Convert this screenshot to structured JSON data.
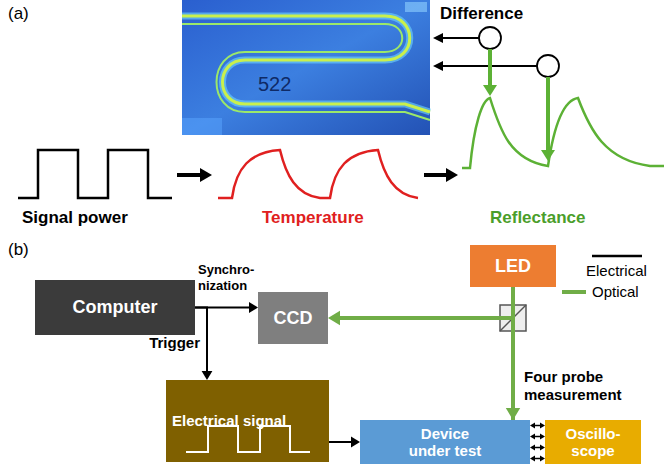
{
  "diagram": {
    "nodes": [
      {
        "text": [
          "Computer"
        ]
      },
      {
        "text": [
          "CCD"
        ]
      },
      {
        "text": [
          "LED"
        ]
      },
      {
        "text": [
          "Electrical signal"
        ]
      },
      {
        "text": [
          "Device under test"
        ]
      },
      {
        "text": [
          "Oscillo- scope"
        ]
      }
    ],
    "edges": [
      {
        "from": 0,
        "to": 1,
        "arrow": "to",
        "label": "Synchro- nization"
      },
      {
        "from": 0,
        "to": 3,
        "arrow": "to",
        "label": "Trigger"
      },
      {
        "from": 3,
        "to": 4,
        "arrow": "to"
      },
      {
        "from": 4,
        "to": 5,
        "arrow": "both"
      },
      {
        "from": 4,
        "to": 5,
        "arrow": "both"
      },
      {
        "from": 4,
        "to": 5,
        "arrow": "both"
      },
      {
        "from": 4,
        "to": 5,
        "arrow": "both"
      },
      {
        "from": 2,
        "to": 4,
        "arrow": "to"
      },
      {
        "from": 4,
        "to": 1,
        "arrow": "to"
      }
    ],
    "labels": [
      "(a)",
      "522",
      "Difference",
      "Signal power",
      "Temperature",
      "Reflectance",
      "(b)",
      "Four probe measurement"
    ],
    "legend": [
      {
        "text": "Electrical"
      },
      {
        "text": "Optical"
      }
    ]
  }
}
